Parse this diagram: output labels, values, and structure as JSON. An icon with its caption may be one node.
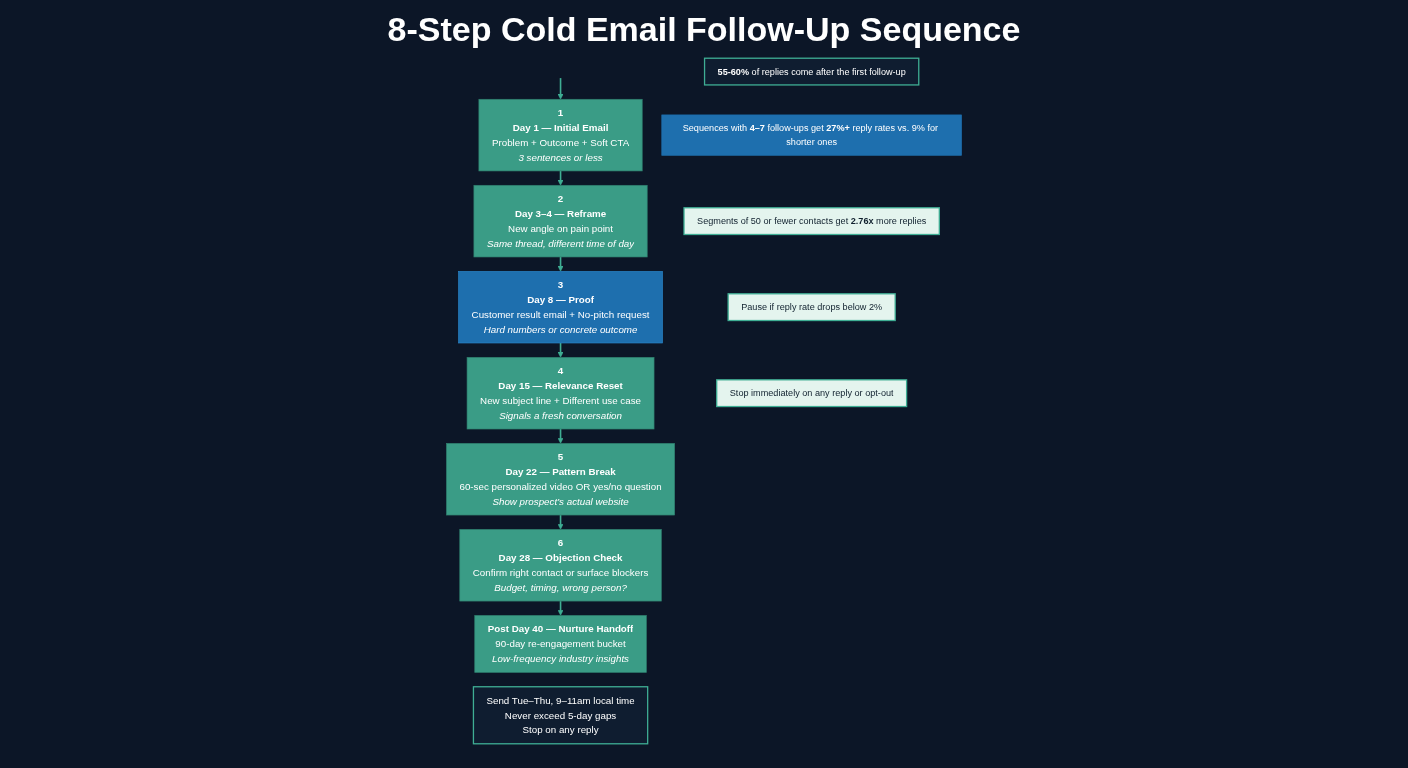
{
  "diagram": {
    "title": "8-Step Cold Email Follow-Up Sequence",
    "nodes": [
      {
        "text": [
          "1",
          "Day 1 — Initial Email",
          "Problem + Outcome + Soft CTA",
          "3 sentences or less"
        ]
      },
      {
        "text": [
          "2",
          "Day 3–4 — Reframe",
          "New angle on pain point",
          "Same thread, different time of day"
        ]
      },
      {
        "text": [
          "3",
          "Day 8 — Proof",
          "Customer result email + No-pitch request",
          "Hard numbers or concrete outcome"
        ]
      },
      {
        "text": [
          "4",
          "Day 15 — Relevance Reset",
          "New subject line + Different use case",
          "Signals a fresh conversation"
        ]
      },
      {
        "text": [
          "5",
          "Day 22 — Pattern Break",
          "60-sec personalized video OR yes/no question",
          "Show prospect’s actual website"
        ]
      },
      {
        "text": [
          "6",
          "Day 28 — Objection Check",
          "Confirm right contact or surface blockers",
          "Budget, timing, wrong person?"
        ]
      },
      {
        "text": [
          "Post Day 40 — Nurture Handoff",
          "90-day re-engagement bucket",
          "Low-frequency industry insights"
        ]
      },
      {
        "text": [
          "**55-60%** of replies come after the first follow-up"
        ]
      },
      {
        "text": [
          "Sequences with **4–7** follow-ups get **27%+** reply rates vs. 9% for shorter ones"
        ]
      },
      {
        "text": [
          "Segments of 50 or fewer contacts get **2.76x** more replies"
        ]
      },
      {
        "text": [
          "Pause if reply rate drops below 2%"
        ]
      },
      {
        "text": [
          "Stop immediately on any reply or opt-out"
        ]
      },
      {
        "text": [
          "Send Tue–Thu, 9–11am local time",
          "Never exceed 5-day gaps",
          "Stop on any reply"
        ]
      }
    ],
    "edges": [
      {
        "from": null,
        "to": 0,
        "arrow": "to"
      },
      {
        "from": 0,
        "to": 1,
        "arrow": "to"
      },
      {
        "from": 1,
        "to": 2,
        "arrow": "to"
      },
      {
        "from": 2,
        "to": 3,
        "arrow": "to"
      },
      {
        "from": 3,
        "to": 4,
        "arrow": "to"
      },
      {
        "from": 4,
        "to": 5,
        "arrow": "to"
      },
      {
        "from": 5,
        "to": 6,
        "arrow": "to"
      }
    ]
  }
}
